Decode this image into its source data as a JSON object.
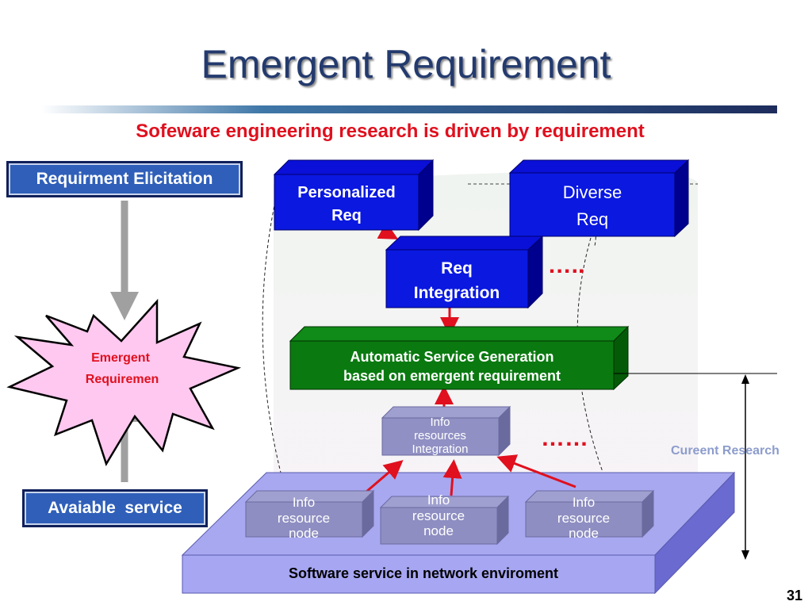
{
  "slide": {
    "title": "Emergent Requirement",
    "subtitle": "Sofeware engineering research is driven by requirement",
    "page_number": "31"
  },
  "left_column": {
    "top_box": "Requirment Elicitation",
    "star_line1": "Emergent",
    "star_line2": "Requiremen",
    "bottom_box": "Avaiable  service"
  },
  "diagram": {
    "personalized_line1": "Personalized",
    "personalized_line2": "Req",
    "diverse_line1": "Diverse",
    "diverse_line2": "Req",
    "integration_line1": "Req",
    "integration_line2": "Integration",
    "dots_upper": "…..",
    "green_line1": "Automatic Service Generation",
    "green_line2": "based on emergent requirement",
    "info_int_line1": "Info",
    "info_int_line2": "resources",
    "info_int_line3": "Integration",
    "dots_lower": "……",
    "node_line1": "Info",
    "node_line2": "resource",
    "node_line3": "node",
    "platform_label": "Software service in network enviroment",
    "current_research": "Cureent Research"
  },
  "colors": {
    "title": "#233a6e",
    "subtitle": "#e0101e",
    "blue_box": "#0a10d8",
    "green_box": "#0a7a10",
    "platform": "#a8a8f0",
    "info_box": "#8e8ec2",
    "arrow_red": "#e0101e"
  }
}
